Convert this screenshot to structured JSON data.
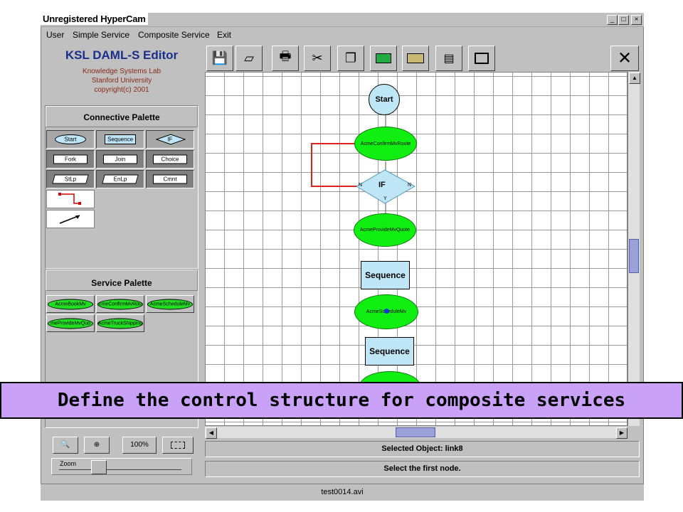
{
  "window": {
    "title": "Unregistered HyperCam"
  },
  "menu": [
    "User",
    "Simple Service",
    "Composite Service",
    "Exit"
  ],
  "brand": {
    "app_name": "KSL DAML-S Editor",
    "lines": [
      "Knowledge Systems Lab",
      "Stanford University",
      "copyright(c) 2001"
    ]
  },
  "connective_palette": {
    "title": "Connective Palette",
    "buttons": [
      "Start",
      "Sequence",
      "IF",
      "Fork",
      "Join",
      "Choice",
      "StLp",
      "EnLp",
      "Cmnt"
    ]
  },
  "service_palette": {
    "title": "Service Palette",
    "services": [
      "AcmeBookMv",
      "cmeConfirmMvRou",
      "AcmeScheduleMv",
      "meProvideMvQuo",
      "AcmeTruckShipping"
    ]
  },
  "toolbar": {
    "icons": [
      "save-icon",
      "open-icon",
      "print-icon",
      "cut-icon",
      "copy-icon",
      "rectangle-icon",
      "folder-icon",
      "document-icon",
      "frame-icon",
      "close-icon"
    ]
  },
  "canvas": {
    "nodes": {
      "start": "Start",
      "confirm": "AcmeConfirmMvRoute",
      "if": "IF",
      "if_left": "N",
      "if_right": "N",
      "if_bottom": "Y",
      "provide": "AcmeProvideMvQuote",
      "sequence1": "Sequence",
      "schedule": "AcmeScheduleMv",
      "sequence2": "Sequence"
    }
  },
  "zoom": {
    "label": "Zoom",
    "percent": "100%",
    "level": 0.3
  },
  "status": {
    "selected": "Selected Object:  link8",
    "message": "Select the first node."
  },
  "caption": "Define the control structure for composite services",
  "footer": "test0014.avi",
  "colors": {
    "service_green": "#11ee11",
    "box_blue": "#bfe6f7",
    "caption_bg": "#c9a1f7",
    "link_red": "#dd2222"
  }
}
